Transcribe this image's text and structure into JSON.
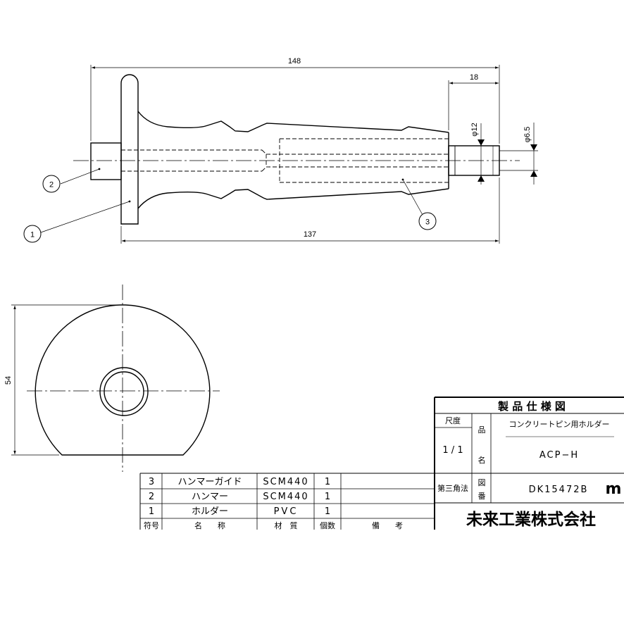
{
  "dimensions": {
    "total_length": "148",
    "tip_length": "18",
    "body_length": "137",
    "hammer_diameter": "φ12",
    "pin_diameter": "φ6.5",
    "height": "54"
  },
  "balloons": [
    "1",
    "2",
    "3"
  ],
  "parts_list": {
    "headers": {
      "no": "符号",
      "name": "名　　称",
      "material": "材　質",
      "qty": "個数",
      "remarks": "備　　考"
    },
    "rows": [
      {
        "no": "3",
        "name": "ハンマーガイド",
        "material": "SCM440",
        "qty": "1",
        "remarks": ""
      },
      {
        "no": "2",
        "name": "ハンマー",
        "material": "SCM440",
        "qty": "1",
        "remarks": ""
      },
      {
        "no": "1",
        "name": "ホルダー",
        "material": "PVC",
        "qty": "1",
        "remarks": ""
      }
    ]
  },
  "title_block": {
    "title": "製 品 仕 様 図",
    "scale_label": "尺度",
    "scale_value": "1 / 1",
    "product_label_1": "品",
    "product_label_2": "名",
    "product_name": "コンクリートピン用ホルダー",
    "product_code": "ACP−H",
    "projection": "第三角法",
    "drawing_label_1": "図",
    "drawing_label_2": "番",
    "drawing_number": "DK15472B",
    "logo": "m",
    "company": "未来工業株式会社"
  }
}
